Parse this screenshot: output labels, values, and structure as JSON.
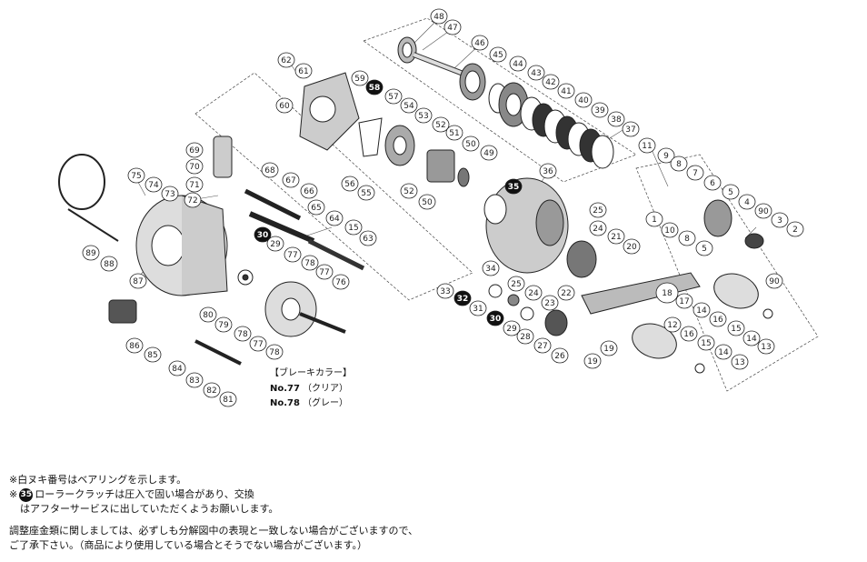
{
  "legend": {
    "heading": "【ブレーキカラー】",
    "row1_no": "No.77",
    "row1_color": "（クリア）",
    "row2_no": "No.78",
    "row2_color": "（グレー）"
  },
  "notes": {
    "line1": "※白ヌキ番号はベアリングを示します。",
    "line2_prefix": "※",
    "line2_badge": "35",
    "line2_text": "ローラークラッチは圧入で固い場合があり、交換",
    "line3": "はアフターサービスに出していただくようお願いします。",
    "line4": "調整座金類に関しましては、必ずしも分解図中の表現と一致しない場合がございますので、",
    "line5": "ご了承下さい。（商品により使用している場合とそうでない場合がございます。）"
  },
  "callouts": [
    {
      "n": "48",
      "filled": false
    },
    {
      "n": "47",
      "filled": false
    },
    {
      "n": "46",
      "filled": false
    },
    {
      "n": "45",
      "filled": false
    },
    {
      "n": "44",
      "filled": false
    },
    {
      "n": "43",
      "filled": false
    },
    {
      "n": "42",
      "filled": false
    },
    {
      "n": "41",
      "filled": false
    },
    {
      "n": "40",
      "filled": false
    },
    {
      "n": "39",
      "filled": false
    },
    {
      "n": "38",
      "filled": false
    },
    {
      "n": "37",
      "filled": false
    },
    {
      "n": "62",
      "filled": false
    },
    {
      "n": "61",
      "filled": false
    },
    {
      "n": "60",
      "filled": false
    },
    {
      "n": "59",
      "filled": false
    },
    {
      "n": "58",
      "filled": true
    },
    {
      "n": "57",
      "filled": false
    },
    {
      "n": "54",
      "filled": false
    },
    {
      "n": "53",
      "filled": false
    },
    {
      "n": "52",
      "filled": false
    },
    {
      "n": "51",
      "filled": false
    },
    {
      "n": "50",
      "filled": false
    },
    {
      "n": "49",
      "filled": false
    },
    {
      "n": "56",
      "filled": false
    },
    {
      "n": "55",
      "filled": false
    },
    {
      "n": "52",
      "filled": false
    },
    {
      "n": "50",
      "filled": false
    },
    {
      "n": "69",
      "filled": false
    },
    {
      "n": "70",
      "filled": false
    },
    {
      "n": "71",
      "filled": false
    },
    {
      "n": "72",
      "filled": false
    },
    {
      "n": "68",
      "filled": false
    },
    {
      "n": "67",
      "filled": false
    },
    {
      "n": "66",
      "filled": false
    },
    {
      "n": "65",
      "filled": false
    },
    {
      "n": "64",
      "filled": false
    },
    {
      "n": "15",
      "filled": false
    },
    {
      "n": "63",
      "filled": false
    },
    {
      "n": "75",
      "filled": false
    },
    {
      "n": "74",
      "filled": false
    },
    {
      "n": "73",
      "filled": false
    },
    {
      "n": "30",
      "filled": true
    },
    {
      "n": "29",
      "filled": false
    },
    {
      "n": "77",
      "filled": false
    },
    {
      "n": "78",
      "filled": false
    },
    {
      "n": "77",
      "filled": false
    },
    {
      "n": "76",
      "filled": false
    },
    {
      "n": "89",
      "filled": false
    },
    {
      "n": "88",
      "filled": false
    },
    {
      "n": "87",
      "filled": false
    },
    {
      "n": "80",
      "filled": false
    },
    {
      "n": "79",
      "filled": false
    },
    {
      "n": "78",
      "filled": false
    },
    {
      "n": "77",
      "filled": false
    },
    {
      "n": "78",
      "filled": false
    },
    {
      "n": "86",
      "filled": false
    },
    {
      "n": "85",
      "filled": false
    },
    {
      "n": "84",
      "filled": false
    },
    {
      "n": "83",
      "filled": false
    },
    {
      "n": "82",
      "filled": false
    },
    {
      "n": "81",
      "filled": false
    },
    {
      "n": "36",
      "filled": false
    },
    {
      "n": "35",
      "filled": true
    },
    {
      "n": "25",
      "filled": false
    },
    {
      "n": "24",
      "filled": false
    },
    {
      "n": "21",
      "filled": false
    },
    {
      "n": "20",
      "filled": false
    },
    {
      "n": "34",
      "filled": false
    },
    {
      "n": "25",
      "filled": false
    },
    {
      "n": "24",
      "filled": false
    },
    {
      "n": "23",
      "filled": false
    },
    {
      "n": "22",
      "filled": false
    },
    {
      "n": "33",
      "filled": false
    },
    {
      "n": "32",
      "filled": true
    },
    {
      "n": "31",
      "filled": false
    },
    {
      "n": "30",
      "filled": true
    },
    {
      "n": "29",
      "filled": false
    },
    {
      "n": "28",
      "filled": false
    },
    {
      "n": "27",
      "filled": false
    },
    {
      "n": "26",
      "filled": false
    },
    {
      "n": "19",
      "filled": false
    },
    {
      "n": "19",
      "filled": false
    },
    {
      "n": "11",
      "filled": false
    },
    {
      "n": "9",
      "filled": false
    },
    {
      "n": "8",
      "filled": false
    },
    {
      "n": "7",
      "filled": false
    },
    {
      "n": "6",
      "filled": false
    },
    {
      "n": "5",
      "filled": false
    },
    {
      "n": "4",
      "filled": false
    },
    {
      "n": "90",
      "filled": false
    },
    {
      "n": "3",
      "filled": false
    },
    {
      "n": "2",
      "filled": false
    },
    {
      "n": "1",
      "filled": false
    },
    {
      "n": "10",
      "filled": false
    },
    {
      "n": "8",
      "filled": false
    },
    {
      "n": "5",
      "filled": false
    },
    {
      "n": "90",
      "filled": false
    },
    {
      "n": "18",
      "filled": false
    },
    {
      "n": "17",
      "filled": false
    },
    {
      "n": "14",
      "filled": false
    },
    {
      "n": "16",
      "filled": false
    },
    {
      "n": "15",
      "filled": false
    },
    {
      "n": "14",
      "filled": false
    },
    {
      "n": "13",
      "filled": false
    },
    {
      "n": "12",
      "filled": false
    },
    {
      "n": "16",
      "filled": false
    },
    {
      "n": "15",
      "filled": false
    },
    {
      "n": "14",
      "filled": false
    },
    {
      "n": "13",
      "filled": false
    },
    {
      "n": "12",
      "filled": false
    }
  ]
}
